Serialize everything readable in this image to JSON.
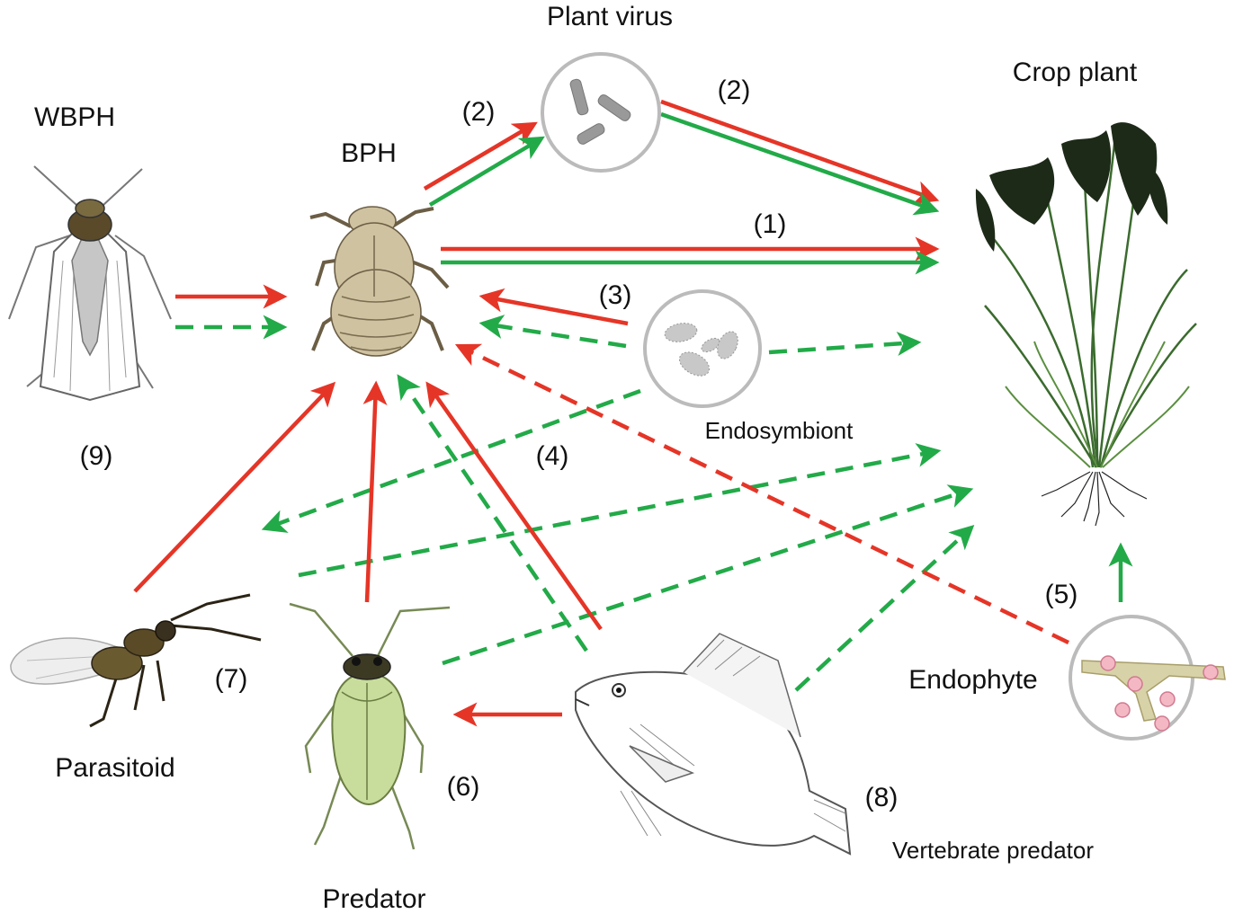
{
  "labels": {
    "plant_virus": "Plant virus",
    "crop_plant": "Crop plant",
    "wbph": "WBPH",
    "bph": "BPH",
    "endosymbiont": "Endosymbiont",
    "endophyte": "Endophyte",
    "parasitoid": "Parasitoid",
    "predator": "Predator",
    "vertebrate_predator": "Vertebrate predator"
  },
  "numbers": {
    "n1": "(1)",
    "n2a": "(2)",
    "n2b": "(2)",
    "n3": "(3)",
    "n4": "(4)",
    "n5": "(5)",
    "n6": "(6)",
    "n7": "(7)",
    "n8": "(8)",
    "n9": "(9)"
  },
  "colors": {
    "red_arrow": "#e53527",
    "green_arrow": "#22aa48",
    "circle_stroke": "#bbbbbb"
  }
}
